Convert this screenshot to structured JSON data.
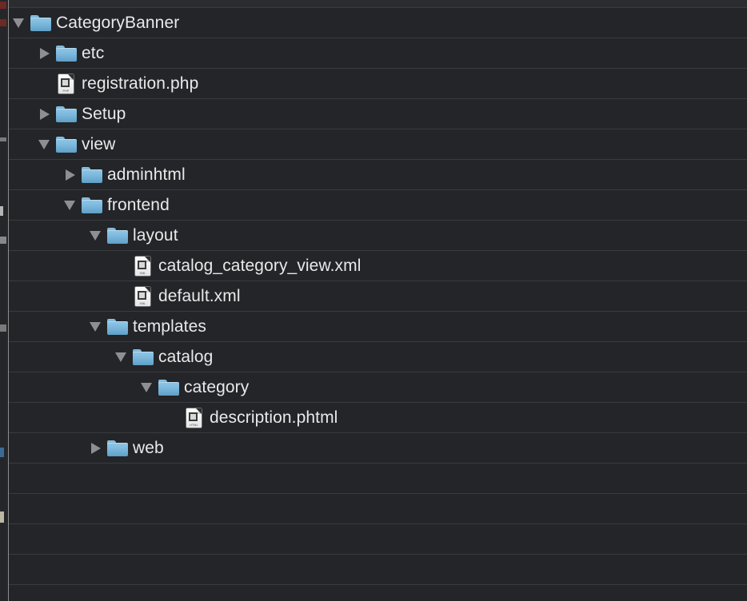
{
  "panel": {
    "name": "project-file-tree",
    "background_color": "#232528",
    "row_separator_color": "#393b3f",
    "text_color": "#e9e9ea",
    "folder_icon_color": "#7cb8dd",
    "twisty_color": "#8d8f92"
  },
  "tree": {
    "rows": [
      {
        "label": "CategoryBanner",
        "depth": 0,
        "kind": "folder",
        "state": "open",
        "icon": "folder-icon"
      },
      {
        "label": "etc",
        "depth": 1,
        "kind": "folder",
        "state": "closed",
        "icon": "folder-icon"
      },
      {
        "label": "registration.php",
        "depth": 1,
        "kind": "file",
        "state": "leaf",
        "icon": "php-file-icon",
        "ext": "PHP"
      },
      {
        "label": "Setup",
        "depth": 1,
        "kind": "folder",
        "state": "closed",
        "icon": "folder-icon"
      },
      {
        "label": "view",
        "depth": 1,
        "kind": "folder",
        "state": "open",
        "icon": "folder-icon"
      },
      {
        "label": "adminhtml",
        "depth": 2,
        "kind": "folder",
        "state": "closed",
        "icon": "folder-icon"
      },
      {
        "label": "frontend",
        "depth": 2,
        "kind": "folder",
        "state": "open",
        "icon": "folder-icon"
      },
      {
        "label": "layout",
        "depth": 3,
        "kind": "folder",
        "state": "open",
        "icon": "folder-icon"
      },
      {
        "label": "catalog_category_view.xml",
        "depth": 4,
        "kind": "file",
        "state": "leaf",
        "icon": "xml-file-icon",
        "ext": "XML"
      },
      {
        "label": "default.xml",
        "depth": 4,
        "kind": "file",
        "state": "leaf",
        "icon": "xml-file-icon",
        "ext": "XML"
      },
      {
        "label": "templates",
        "depth": 3,
        "kind": "folder",
        "state": "open",
        "icon": "folder-icon"
      },
      {
        "label": "catalog",
        "depth": 4,
        "kind": "folder",
        "state": "open",
        "icon": "folder-icon"
      },
      {
        "label": "category",
        "depth": 5,
        "kind": "folder",
        "state": "open",
        "icon": "folder-icon"
      },
      {
        "label": "description.phtml",
        "depth": 6,
        "kind": "file",
        "state": "leaf",
        "icon": "html-file-icon",
        "ext": "HTML"
      },
      {
        "label": "web",
        "depth": 3,
        "kind": "folder",
        "state": "closed",
        "icon": "folder-icon"
      }
    ],
    "empty_row_count": 5
  }
}
